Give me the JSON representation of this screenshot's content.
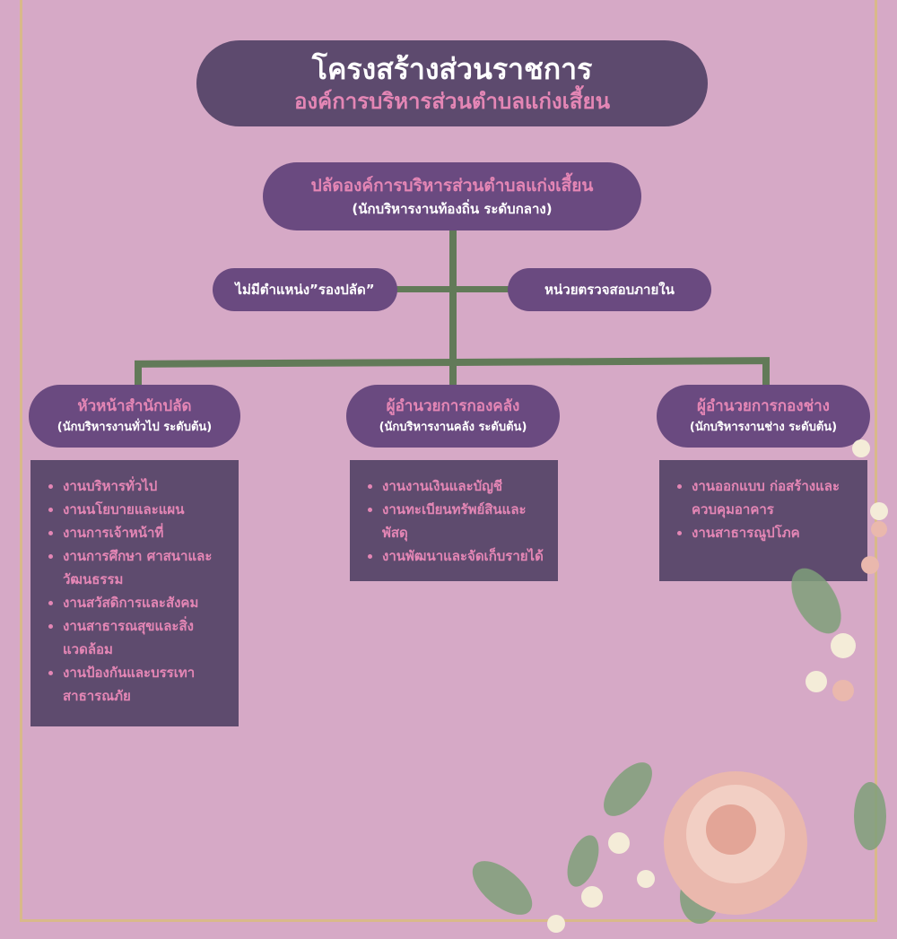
{
  "title": {
    "main": "โครงสร้างส่วนราชการ",
    "sub": "องค์การบริหารส่วนตำบลแก่งเสี้ยน"
  },
  "top_node": {
    "title": "ปลัดองค์การบริหารส่วนตำบลแก่งเสี้ยน",
    "subtitle": "(นักบริหารงานท้องถิ่น ระดับกลาง)"
  },
  "side_left": "ไม่มีตำแหน่ง”รองปลัด”",
  "side_right": "หน่วยตรวจสอบภายใน",
  "departments": [
    {
      "title": "หัวหน้าสำนักปลัด",
      "subtitle": "(นักบริหารงานทั่วไป ระดับต้น)",
      "items": [
        "งานบริหารทั่วไป",
        "งานนโยบายและแผน",
        "งานการเจ้าหน้าที่",
        "งานการศึกษา ศาสนาและวัฒนธรรม",
        "งานสวัสดิการและสังคม",
        "งานสาธารณสุขและสิ่งแวดล้อม",
        "งานป้องกันและบรรเทาสาธารณภัย"
      ]
    },
    {
      "title": "ผู้อำนวยการกองคลัง",
      "subtitle": "(นักบริหารงานคลัง ระดับต้น)",
      "items": [
        "งานงานเงินและบัญชี",
        "งานทะเบียนทรัพย์สินและพัสดุ",
        "งานพัฒนาและจัดเก็บรายได้"
      ]
    },
    {
      "title": "ผู้อำนวยการกองช่าง",
      "subtitle": "(นักบริหารงานช่าง ระดับต้น)",
      "items": [
        "งานออกแบบ ก่อสร้างและควบคุมอาคาร",
        "งานสาธารณูปโภค"
      ]
    }
  ],
  "colors": {
    "background": "#d6a9c6",
    "pill": "#6a4a80",
    "box": "#5e4b6e",
    "accent": "#e486b5",
    "connector": "#627a58"
  }
}
